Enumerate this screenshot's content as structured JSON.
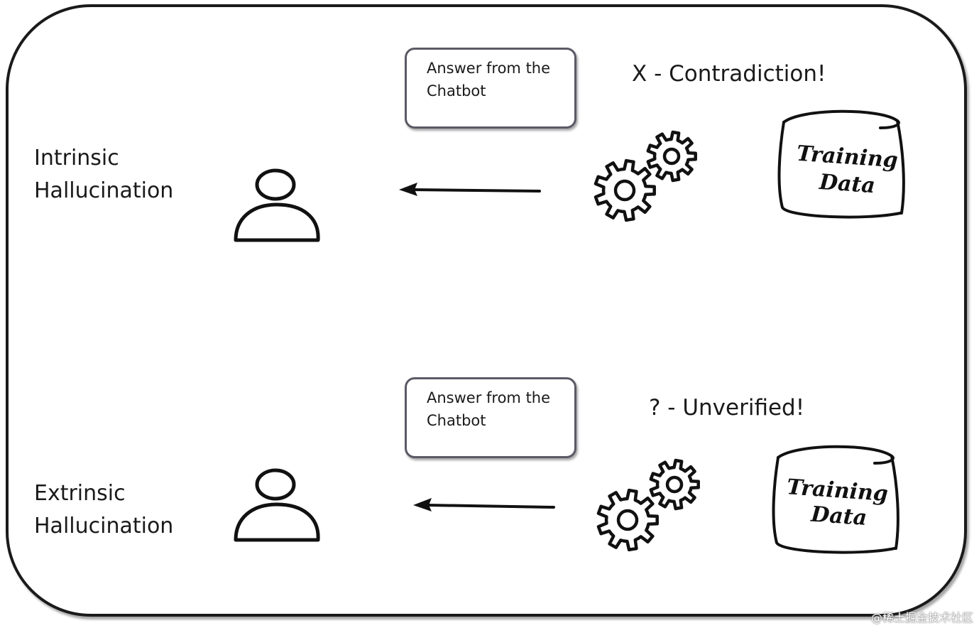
{
  "rows": [
    {
      "label_line1": "Intrinsic",
      "label_line2": "Hallucination",
      "answer_line1": "Answer from the",
      "answer_line2": "Chatbot",
      "status": "X - Contradiction!",
      "data_line1": "Training",
      "data_line2": "Data"
    },
    {
      "label_line1": "Extrinsic",
      "label_line2": "Hallucination",
      "answer_line1": "Answer from the",
      "answer_line2": "Chatbot",
      "status": "? - Unverified!",
      "data_line1": "Training",
      "data_line2": "Data"
    }
  ],
  "watermark": "@稀土掘金技术社区",
  "icons": [
    "person-icon",
    "arrow-left-icon",
    "gears-icon",
    "database-drum-icon"
  ]
}
